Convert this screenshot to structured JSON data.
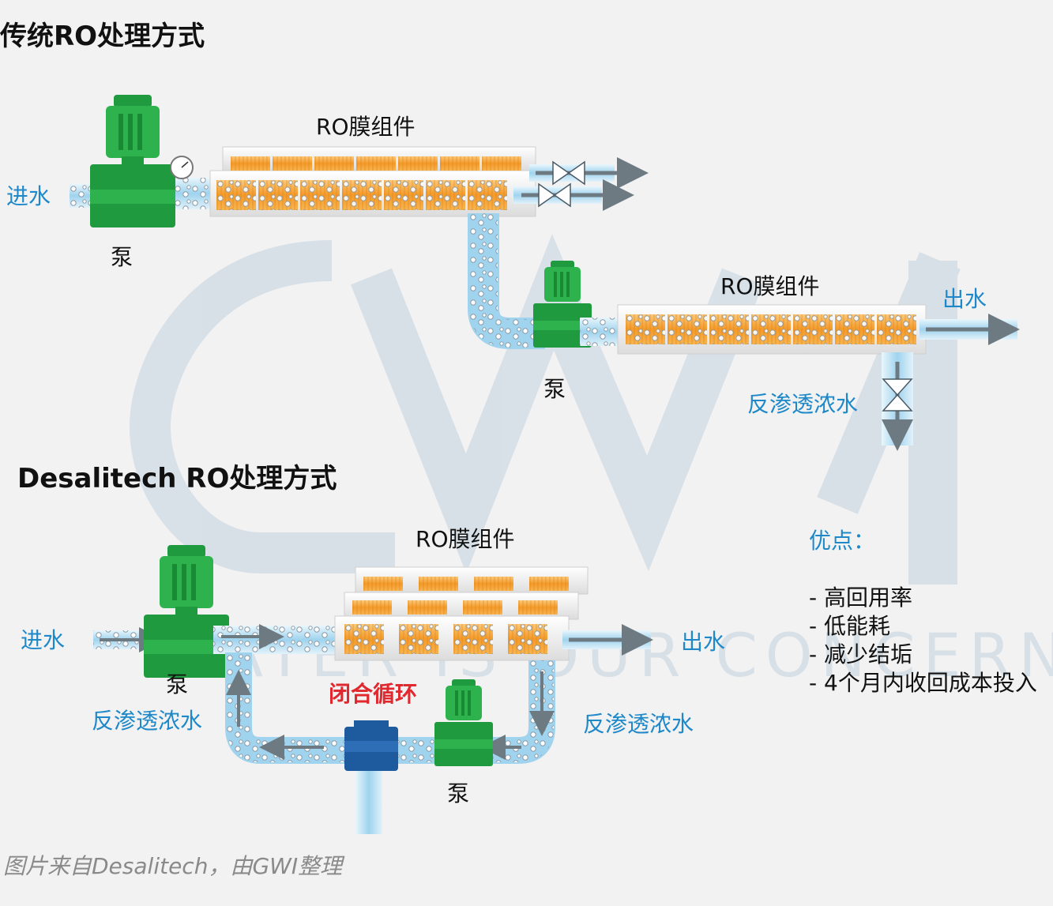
{
  "titles": {
    "traditional": "传统RO处理方式",
    "desalitech": "Desalitech RO处理方式"
  },
  "labels": {
    "inlet": "进水",
    "pump": "泵",
    "module": "RO膜组件",
    "outlet": "出水",
    "concentrate": "反渗透浓水",
    "closed_loop": "闭合循环"
  },
  "watermark": {
    "text": "WATER IS OUR CONCERN"
  },
  "advantages": {
    "heading": "优点：",
    "items": [
      "- 高回用率",
      "- 低能耗",
      "- 减少结垢",
      "- 4个月内收回成本投入"
    ]
  },
  "caption": "图片来自Desalitech，由GWI整理",
  "colors": {
    "background": "#f2f2f2",
    "pipe_light": "#d4ecf8",
    "pipe_dark": "#8ccbea",
    "pump_green": "#1f9a3e",
    "pump_green_light": "#2eb24d",
    "membrane_orange": "#f39a2a",
    "membrane_light": "#fbc97a",
    "label_blue": "#1e88c9",
    "label_red": "#e0282e",
    "watermark": "#d3dde6",
    "tank_blue": "#1d5a9e"
  }
}
